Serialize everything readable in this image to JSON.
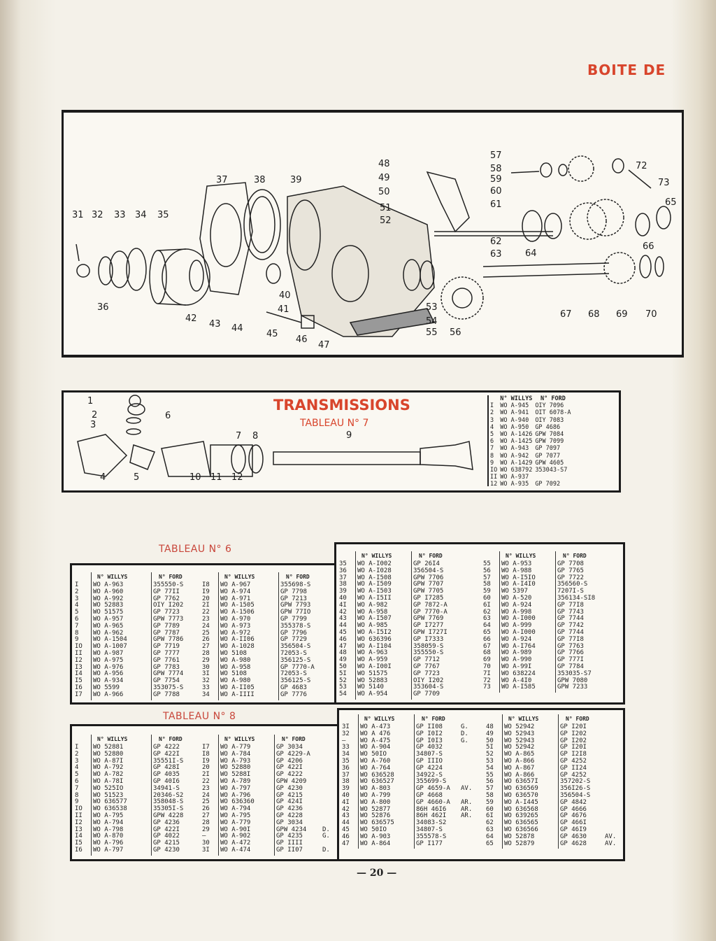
{
  "header": {
    "title": "BOITE DE"
  },
  "diagram": {
    "callouts": [
      "31",
      "32",
      "33",
      "34",
      "35",
      "36",
      "37",
      "38",
      "39",
      "40",
      "41",
      "42",
      "43",
      "44",
      "45",
      "46",
      "47",
      "48",
      "49",
      "50",
      "51",
      "52",
      "53",
      "54",
      "55",
      "56",
      "57",
      "58",
      "59",
      "60",
      "61",
      "62",
      "63",
      "64",
      "65",
      "66",
      "67",
      "68",
      "69",
      "70",
      "72",
      "73"
    ]
  },
  "t7": {
    "title": "TRANSMISSIONS",
    "subtitle": "TABLEAU N° 7",
    "callouts": [
      "1",
      "2",
      "3",
      "4",
      "5",
      "6",
      "7",
      "8",
      "9",
      "10",
      "11",
      "12"
    ],
    "h_willys": "N° WILLYS",
    "h_ford": "N° FORD",
    "rows": [
      [
        "I",
        "WO A-945",
        "OIY 7096"
      ],
      [
        "2",
        "WO A-941",
        "OIT 6078-A"
      ],
      [
        "3",
        "WO A-940",
        "OIY 7083"
      ],
      [
        "4",
        "WO A-950",
        "GP 4686"
      ],
      [
        "5",
        "WO A-1426",
        "GPW 7084"
      ],
      [
        "6",
        "WO A-1425",
        "GPW 7099"
      ],
      [
        "7",
        "WO A-943",
        "GP 7097"
      ],
      [
        "8",
        "WO A-942",
        "GP 7077"
      ],
      [
        "9",
        "WO A-1429",
        "GPW 4605"
      ],
      [
        "IO",
        "WO 638792",
        "353043-S7"
      ],
      [
        "II",
        "WO A-937",
        ""
      ],
      [
        "12",
        "WO A-935",
        "GP 7092"
      ]
    ]
  },
  "t6": {
    "label": "TABLEAU N° 6",
    "h_willys": "N° WILLYS",
    "h_ford": "N° FORD",
    "c1": {
      "n": [
        "I",
        "2",
        "3",
        "4",
        "5",
        "6",
        "7",
        "8",
        "9",
        "IO",
        "II",
        "I2",
        "I3",
        "I4",
        "I5",
        "I6",
        "I7"
      ],
      "w": [
        "WO A-963",
        "WO A-960",
        "WO A-992",
        "WO 52883",
        "WO 51575",
        "WO A-957",
        "WO A-965",
        "WO A-962",
        "WO A-1504",
        "WO A-1007",
        "WO A-987",
        "WO A-975",
        "WO A-976",
        "WO A-956",
        "WO A-934",
        "WO 5599",
        "WO A-966"
      ],
      "f": [
        "355550-S",
        "GP 77II",
        "GP 7762",
        "OIY I202",
        "GP 7723",
        "GPW 7773",
        "GP 7789",
        "GP 7787",
        "GPW 7786",
        "GP 7719",
        "GP 7777",
        "GP 7761",
        "GP 7783",
        "GPW 7774",
        "GP 7754",
        "353075-S",
        "GP 7788"
      ]
    },
    "c2": {
      "n": [
        "I8",
        "I9",
        "20",
        "2I",
        "22",
        "23",
        "24",
        "25",
        "26",
        "27",
        "28",
        "29",
        "30",
        "3I",
        "32",
        "33",
        "34"
      ],
      "w": [
        "WO A-967",
        "WO A-974",
        "WO A-971",
        "WO A-1505",
        "WO A-1506",
        "WO A-970",
        "WO A-973",
        "WO A-972",
        "WO A-II06",
        "WO A-1028",
        "WO 5108",
        "WO A-980",
        "WO A-958",
        "WO 5108",
        "WO A-980",
        "WO A-II05",
        "WO A-IIII"
      ],
      "f": [
        "355698-S",
        "GP 7798",
        "GP 7213",
        "GPW 7793",
        "GPW 77IO",
        "GP 7799",
        "355378-S",
        "GP 7796",
        "GP 7729",
        "356504-S",
        "72053-S",
        "356125-S",
        "GP 7770-A",
        "72053-S",
        "356125-S",
        "GP 4683",
        "GP 7776"
      ]
    },
    "c3": {
      "n": [
        "35",
        "36",
        "37",
        "38",
        "39",
        "40",
        "4I",
        "42",
        "43",
        "44",
        "45",
        "46",
        "47",
        "48",
        "49",
        "50",
        "5I",
        "52",
        "53",
        "54"
      ],
      "w": [
        "WO A-I002",
        "WO A-I028",
        "WO A-I508",
        "WO A-I509",
        "WO A-I503",
        "WO A-I5II",
        "WO A-982",
        "WO A-958",
        "WO A-I507",
        "WO A-985",
        "WO A-I5I2",
        "WO 636396",
        "WO A-I104",
        "WO A-963",
        "WO A-959",
        "WO A-I00I",
        "WO 51575",
        "WO 52883",
        "WO 5140",
        "WO A-954"
      ],
      "f": [
        "GP 26I4",
        "356504-S",
        "GPW 7706",
        "GPW 7707",
        "GPW 7705",
        "GP I7285",
        "GP 7872-A",
        "GP 7770-A",
        "GPW 7769",
        "GP I7277",
        "GPW I727I",
        "GP I7333",
        "358059-S",
        "355550-S",
        "GP 7712",
        "GP 7767",
        "GP 7723",
        "OIY I202",
        "353604-S",
        "GP 7709"
      ]
    },
    "c4": {
      "n": [
        "55",
        "56",
        "57",
        "58",
        "59",
        "60",
        "6I",
        "62",
        "63",
        "64",
        "65",
        "66",
        "67",
        "68",
        "69",
        "70",
        "7I",
        "72",
        "73"
      ],
      "w": [
        "WO A-953",
        "WO A-988",
        "WO A-I5IO",
        "WO A-I4I0",
        "WO 5397",
        "WO A-520",
        "WO A-924",
        "WO A-998",
        "WO A-I000",
        "WO A-999",
        "WO A-I000",
        "WO A-924",
        "WO A-I764",
        "WO A-989",
        "WO A-990",
        "WO A-99I",
        "WO 638224",
        "WO A-4I0",
        "WO A-I585"
      ],
      "f": [
        "GP 7708",
        "GP 7765",
        "GP 7722",
        "356560-S",
        "7207I-S",
        "356134-SI8",
        "GP 77I8",
        "GP 7743",
        "GP 7744",
        "GP 7742",
        "GP 7744",
        "GP 77I8",
        "GP 7763",
        "GP 7766",
        "GP 777I",
        "GP 7784",
        "353035-S7",
        "GPW 7080",
        "GPW 7233"
      ]
    }
  },
  "t8": {
    "label": "TABLEAU N° 8",
    "h_willys": "N° WILLYS",
    "h_ford": "N° FORD",
    "c1": {
      "n": [
        "I",
        "2",
        "3",
        "4",
        "5",
        "6",
        "7",
        "8",
        "9",
        "IO",
        "II",
        "I2",
        "I3",
        "I4",
        "I5",
        "I6"
      ],
      "w": [
        "WO 52881",
        "WO 52880",
        "WO A-87I",
        "WO A-792",
        "WO A-782",
        "WO A-78I",
        "WO 525IO",
        "WO 51523",
        "WO 636577",
        "WO 636538",
        "WO A-795",
        "WO A-794",
        "WO A-798",
        "WO A-870",
        "WO A-796",
        "WO A-797"
      ],
      "f": [
        "GP 4222",
        "GP 422I",
        "35551I-S",
        "GP 428I",
        "GP 4035",
        "GP 40I6",
        "34941-S",
        "20346-S2",
        "358048-S",
        "35305I-S",
        "GPW 4228",
        "GP 4236",
        "GP 422I",
        "GP 4022",
        "GP 4215",
        "GP 4230"
      ]
    },
    "c2": {
      "n": [
        "I7",
        "I8",
        "I9",
        "20",
        "2I",
        "22",
        "23",
        "24",
        "25",
        "26",
        "27",
        "28",
        "29",
        "—",
        "30",
        "3I"
      ],
      "w": [
        "WO A-779",
        "WO A-784",
        "WO A-793",
        "WO 52880",
        "WO 5288I",
        "WO A-789",
        "WO A-797",
        "WO A-796",
        "WO 636360",
        "WO A-794",
        "WO A-795",
        "WO A-779",
        "WO A-90I",
        "WO A-902",
        "WO A-472",
        "WO A-474"
      ],
      "f": [
        "GP 3034",
        "GP 4229-A",
        "GP 4206",
        "GP 422I",
        "GP 4222",
        "GPW 4209",
        "GP 4230",
        "GP 4215",
        "GP 424I",
        "GP 4236",
        "GP 4228",
        "GP 3034",
        "GPW 4234",
        "GP 4235",
        "GP IIII",
        "GP II07"
      ],
      "m": [
        "",
        "",
        "",
        "",
        "",
        "",
        "",
        "",
        "",
        "",
        "",
        "",
        "D.",
        "G.",
        "",
        "D."
      ]
    },
    "c3": {
      "n": [
        "3I",
        "32",
        "—",
        "33",
        "34",
        "35",
        "36",
        "37",
        "38",
        "39",
        "40",
        "4I",
        "42",
        "43",
        "44",
        "45",
        "46",
        "47"
      ],
      "w": [
        "WO A-473",
        "WO A 476",
        "WO A-475",
        "WO A-904",
        "WO 50IO",
        "WO A-760",
        "WO A-764",
        "WO 636528",
        "WO 636527",
        "WO A-803",
        "WO A-799",
        "WO A-800",
        "WO 52877",
        "WO 52876",
        "WO 636575",
        "WO 50IO",
        "WO A-903",
        "WO A-864"
      ],
      "f": [
        "GP II08",
        "GP I0I2",
        "GP I0I3",
        "GP 4032",
        "34807-S",
        "GP IIIO",
        "GP 4224",
        "34922-S",
        "355699-S",
        "GP 4659-A",
        "GP 4668",
        "GP 4660-A",
        "86H 46I6",
        "86H 462I",
        "34083-S2",
        "34807-S",
        "355578-S",
        "GP I177"
      ],
      "m": [
        "G.",
        "D.",
        "G.",
        "",
        "",
        "",
        "",
        "",
        "",
        "AV.",
        "",
        "AR.",
        "AR.",
        "AR.",
        "",
        "",
        "",
        ""
      ]
    },
    "c4": {
      "n": [
        "48",
        "49",
        "50",
        "5I",
        "52",
        "53",
        "54",
        "55",
        "56",
        "57",
        "58",
        "59",
        "60",
        "6I",
        "62",
        "63",
        "64",
        "65"
      ],
      "w": [
        "WO 52942",
        "WO 52943",
        "WO 52943",
        "WO 52942",
        "WO A-865",
        "WO A-866",
        "WO A-867",
        "WO A-866",
        "WO 63657I",
        "WO 636569",
        "WO 636570",
        "WO A-I445",
        "WO 636568",
        "WO 639265",
        "WO 636565",
        "WO 636566",
        "WO 52878",
        "WO 52879"
      ],
      "f": [
        "GP I20I",
        "GP I202",
        "GP I202",
        "GP I20I",
        "GP I2I8",
        "GP 4252",
        "GP II24",
        "GP 4252",
        "357202-S",
        "356I26-S",
        "356504-S",
        "GP 4842",
        "GP 4666",
        "GP 4676",
        "GP 466I",
        "GP 46I9",
        "GP 4630",
        "GP 4628"
      ],
      "m": [
        "",
        "",
        "",
        "",
        "",
        "",
        "",
        "",
        "",
        "",
        "",
        "",
        "",
        "",
        "",
        "",
        "AV.",
        "AV."
      ]
    }
  },
  "footer": {
    "page": "— 20 —"
  }
}
